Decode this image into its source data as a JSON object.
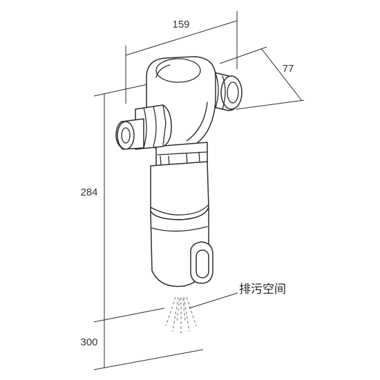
{
  "dimensions": {
    "width_label": "159",
    "depth_label": "77",
    "height_label": "284",
    "clearance_label": "300"
  },
  "callout": {
    "drain_space_label": "排污空间"
  },
  "colors": {
    "line": "#2b2b2b",
    "text": "#333333",
    "spray": "#9a9a9a",
    "background": "#ffffff"
  }
}
